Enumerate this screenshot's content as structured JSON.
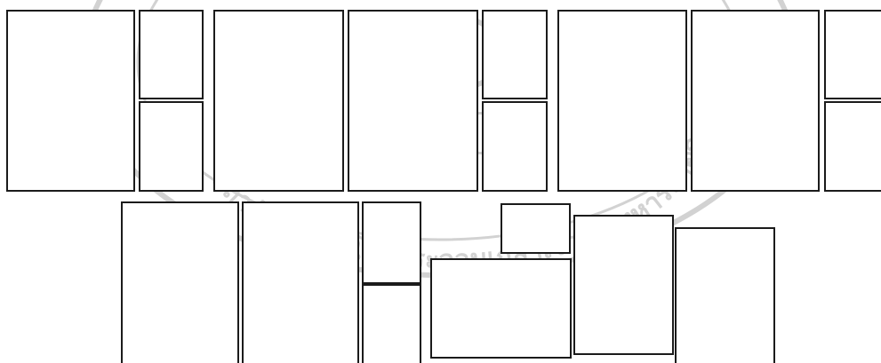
{
  "watermark": {
    "kind": "university seal",
    "text": "สถาบันเทคโนโลยีพระจอมเกล้าเจ้าคุณทหารลาดกระบัง",
    "color": "#d2d2d2"
  },
  "layout": {
    "rows": [
      {
        "name": "top-row",
        "panels": [
          {
            "name": "panel-tall-1"
          },
          {
            "name": "panel-stack-1-upper"
          },
          {
            "name": "panel-stack-1-lower"
          },
          {
            "name": "panel-tall-2"
          },
          {
            "name": "panel-tall-3"
          },
          {
            "name": "panel-stack-2-upper"
          },
          {
            "name": "panel-stack-2-lower"
          },
          {
            "name": "panel-tall-4"
          },
          {
            "name": "panel-tall-5"
          },
          {
            "name": "panel-stack-3-upper"
          },
          {
            "name": "panel-stack-3-lower"
          }
        ]
      },
      {
        "name": "bottom-row",
        "panels": [
          {
            "name": "panel-bottom-tall-1"
          },
          {
            "name": "panel-bottom-tall-2"
          },
          {
            "name": "panel-bottom-stack-upper"
          },
          {
            "name": "panel-bottom-stack-lower"
          },
          {
            "name": "panel-bottom-wide"
          },
          {
            "name": "panel-bottom-small"
          },
          {
            "name": "panel-bottom-medium"
          },
          {
            "name": "panel-bottom-tall-3"
          }
        ]
      }
    ],
    "stroke_color": "#1b1b1b",
    "background": "#ffffff"
  }
}
